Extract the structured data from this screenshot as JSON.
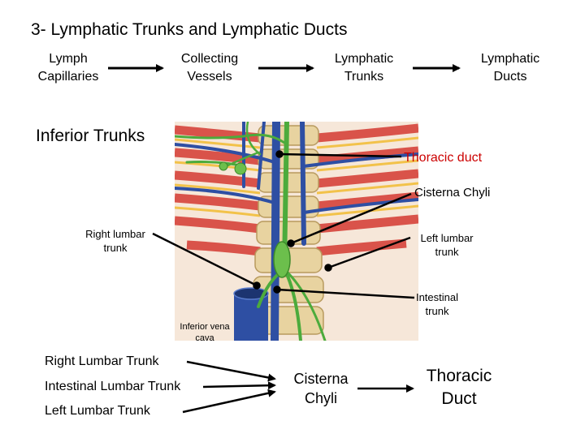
{
  "title": "3- Lymphatic Trunks and Lymphatic Ducts",
  "flow": {
    "step1": [
      "Lymph",
      "Capillaries"
    ],
    "step2": [
      "Collecting",
      "Vessels"
    ],
    "step3": [
      "Lymphatic",
      "Trunks"
    ],
    "step4": [
      "Lymphatic",
      "Ducts"
    ]
  },
  "inferior_trunks": "Inferior Trunks",
  "labels": {
    "thoracic_duct": "Thoracic duct",
    "cisterna_chyli": "Cisterna Chyli",
    "right_lumbar": [
      "Right lumbar",
      "trunk"
    ],
    "left_lumbar": [
      "Left lumbar",
      "trunk"
    ],
    "intestinal": [
      "Intestinal",
      "trunk"
    ],
    "ivc": [
      "Inferior vena",
      "cava"
    ]
  },
  "bottom": {
    "right_lumbar_trunk": "Right Lumbar Trunk",
    "intestinal_lumbar_trunk": "Intestinal Lumbar Trunk",
    "left_lumbar_trunk": "Left Lumbar Trunk",
    "cisterna": [
      "Cisterna",
      "Chyli"
    ],
    "thoracic": [
      "Thoracic",
      "Duct"
    ]
  },
  "colors": {
    "label_red": "#cc0000",
    "lymph_green": "#4cab3c",
    "vein_blue": "#2e4fa3",
    "rib_red": "#d9534a",
    "vertebra_tan": "#e8d3a0"
  }
}
